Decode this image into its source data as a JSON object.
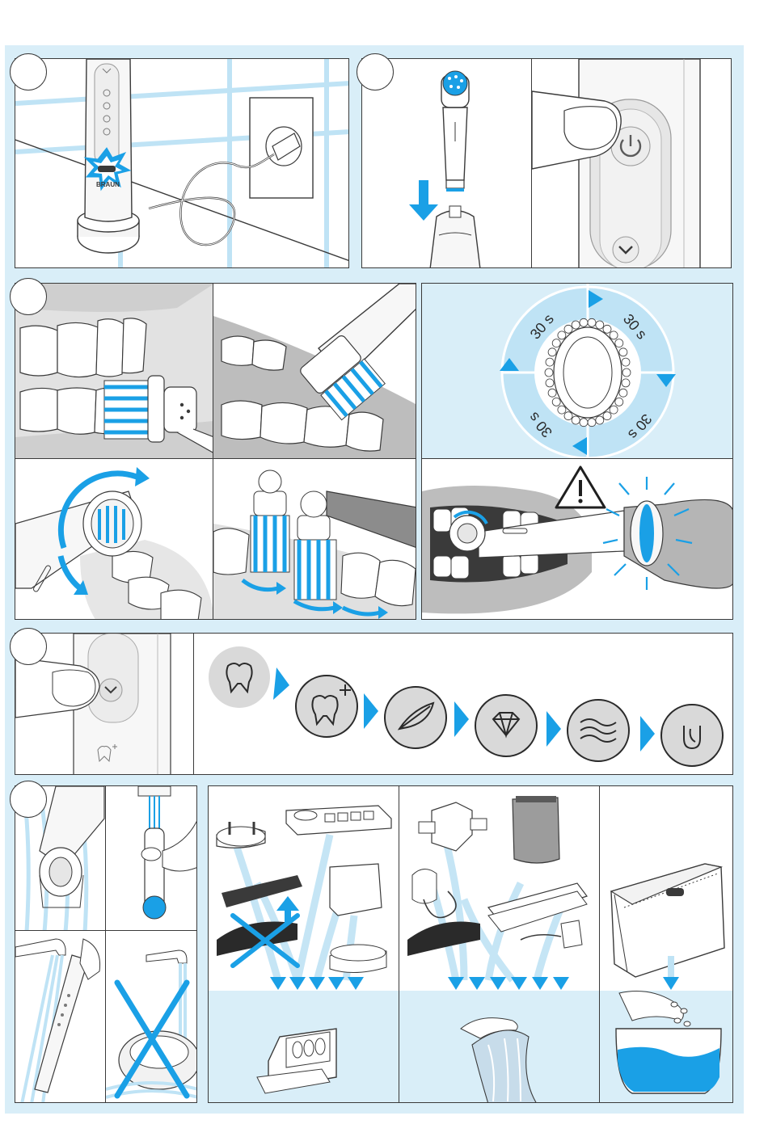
{
  "colors": {
    "sheet_background": "#d9eef8",
    "accent_blue": "#1aa0e6",
    "light_blue": "#bfe3f5",
    "outline": "#3a3a3a",
    "mode_gray": "#d9d9d9"
  },
  "timer": {
    "quadrant_labels": [
      "30 s",
      "30 s",
      "30 s",
      "30 s"
    ]
  },
  "brand": {
    "handle_logo": "BRAUN"
  },
  "modes": {
    "items": [
      {
        "id": "daily-clean",
        "icon": "tooth-icon"
      },
      {
        "id": "pro-clean",
        "icon": "tooth-plus-icon"
      },
      {
        "id": "sensitive",
        "icon": "feather-icon"
      },
      {
        "id": "whitening",
        "icon": "diamond-icon"
      },
      {
        "id": "gum-care",
        "icon": "waves-icon"
      },
      {
        "id": "tongue-clean",
        "icon": "tongue-icon"
      }
    ]
  },
  "icons": {
    "warning": "warning-triangle-icon",
    "power": "power-icon",
    "mode_button": "chevron-down-icon"
  }
}
